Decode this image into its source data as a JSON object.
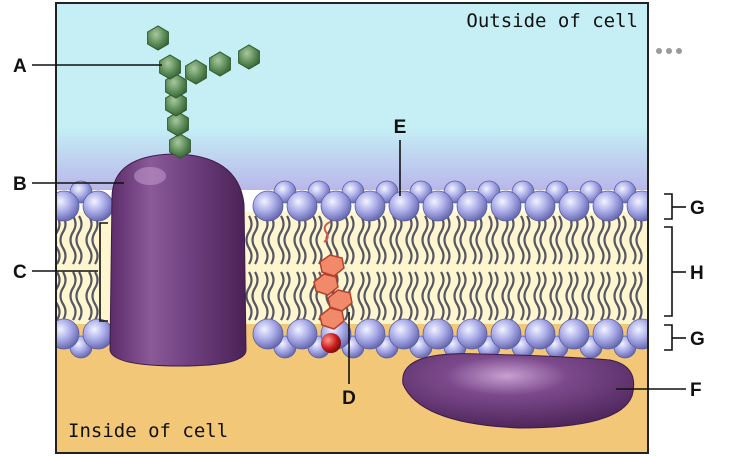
{
  "regions": {
    "outside": "Outside of cell",
    "inside": "Inside of cell"
  },
  "labels": {
    "a": "A",
    "b": "B",
    "c": "C",
    "d": "D",
    "e": "E",
    "f": "F",
    "g_top": "G",
    "h": "H",
    "g_bottom": "G"
  },
  "colors": {
    "extracellular": "#c5eef5",
    "cytoplasm": "#f2c878",
    "lipid_core": "#fdf6cf",
    "phospholipid_head": "#a7a9e6",
    "protein": "#6b3a7a",
    "carbohydrate": "#5b8a55",
    "cholesterol": "#e8664e"
  },
  "menu": {
    "icon": "more-options-icon"
  }
}
